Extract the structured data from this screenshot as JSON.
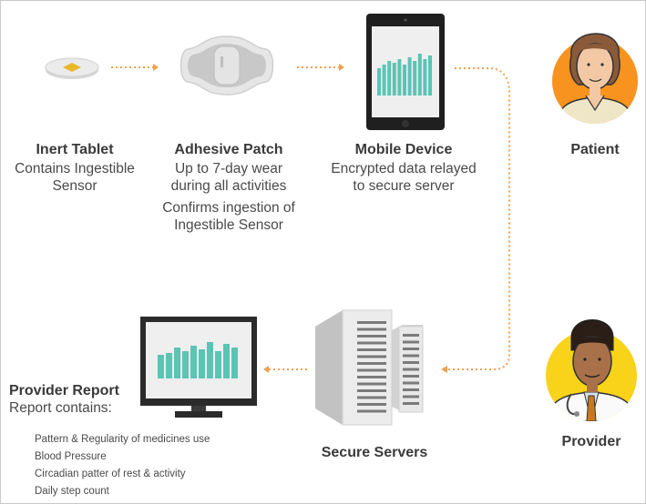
{
  "steps": {
    "tablet": {
      "title": "Inert Tablet",
      "line1": "Contains Ingestible",
      "line2": "Sensor"
    },
    "patch": {
      "title": "Adhesive Patch",
      "line1": "Up to 7-day wear",
      "line2": "during all activities",
      "line3": "Confirms ingestion of",
      "line4": "Ingestible Sensor"
    },
    "mobile": {
      "title": "Mobile Device",
      "line1": "Encrypted data relayed",
      "line2": "to secure server"
    },
    "patient": {
      "title": "Patient"
    },
    "provider": {
      "title": "Provider"
    },
    "servers": {
      "title": "Secure Servers"
    },
    "report": {
      "title": "Provider Report",
      "subtitle": "Report contains:",
      "items": [
        "Pattern & Regularity of medicines use",
        "Blood Pressure",
        "Circadian patter of rest & activity",
        "Daily step count"
      ]
    }
  },
  "colors": {
    "arrow": "#f0a050",
    "bars": "#5cc4b4",
    "orange": "#f7931e",
    "yellow": "#f9d21a"
  }
}
